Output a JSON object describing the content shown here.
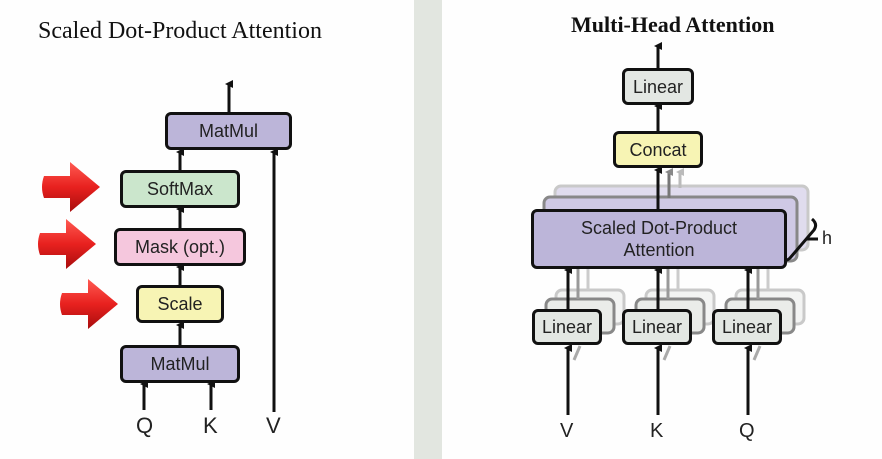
{
  "left": {
    "title": "Scaled Dot-Product Attention",
    "boxes": {
      "matmul_top": "MatMul",
      "softmax": "SoftMax",
      "mask": "Mask (opt.)",
      "scale": "Scale",
      "matmul_bottom": "MatMul"
    },
    "inputs": [
      "Q",
      "K",
      "V"
    ],
    "highlight_arrows": {
      "count": 3,
      "color": "#e8211f",
      "targets": [
        "SoftMax",
        "Mask (opt.)",
        "Scale"
      ]
    }
  },
  "right": {
    "title": "Multi-Head Attention",
    "boxes": {
      "linear_top": "Linear",
      "concat": "Concat",
      "attention": "Scaled Dot-Product Attention",
      "linear_v": "Linear",
      "linear_k": "Linear",
      "linear_q": "Linear"
    },
    "head_label": "h",
    "inputs": [
      "V",
      "K",
      "Q"
    ]
  },
  "colors": {
    "matmul": "#bcb5d9",
    "softmax": "#cbe6cc",
    "mask": "#f5c7dd",
    "scale": "#f7f4b4",
    "linear": "#e3e7e3",
    "concat": "#f7f4b4",
    "attention": "#bcb5d9"
  }
}
